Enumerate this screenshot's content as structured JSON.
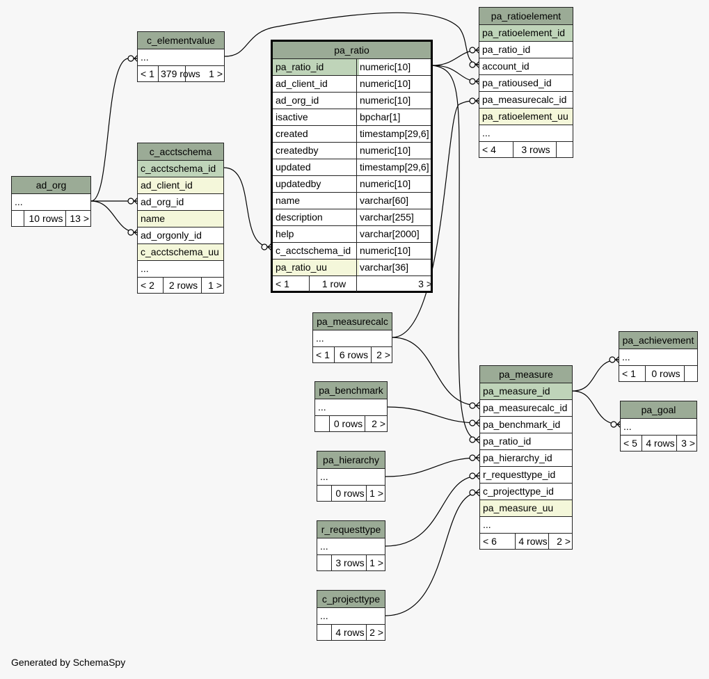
{
  "footer": "Generated by SchemaSpy",
  "tables": {
    "c_elementvalue": {
      "title": "c_elementvalue",
      "rows": [
        "..."
      ],
      "footer": [
        "< 1",
        "379 rows",
        "1 >"
      ]
    },
    "ad_org": {
      "title": "ad_org",
      "rows": [
        "..."
      ],
      "footer": [
        "",
        "10 rows",
        "13 >"
      ]
    },
    "c_acctschema": {
      "title": "c_acctschema",
      "rows": [
        "c_acctschema_id",
        "ad_client_id",
        "ad_org_id",
        "name",
        "ad_orgonly_id",
        "c_acctschema_uu",
        "..."
      ],
      "footer": [
        "< 2",
        "2 rows",
        "1 >"
      ]
    },
    "pa_ratio": {
      "title": "pa_ratio",
      "rows": [
        [
          "pa_ratio_id",
          "numeric[10]"
        ],
        [
          "ad_client_id",
          "numeric[10]"
        ],
        [
          "ad_org_id",
          "numeric[10]"
        ],
        [
          "isactive",
          "bpchar[1]"
        ],
        [
          "created",
          "timestamp[29,6]"
        ],
        [
          "createdby",
          "numeric[10]"
        ],
        [
          "updated",
          "timestamp[29,6]"
        ],
        [
          "updatedby",
          "numeric[10]"
        ],
        [
          "name",
          "varchar[60]"
        ],
        [
          "description",
          "varchar[255]"
        ],
        [
          "help",
          "varchar[2000]"
        ],
        [
          "c_acctschema_id",
          "numeric[10]"
        ],
        [
          "pa_ratio_uu",
          "varchar[36]"
        ]
      ],
      "footer": [
        "< 1",
        "1 row",
        "3 >"
      ]
    },
    "pa_ratioelement": {
      "title": "pa_ratioelement",
      "rows": [
        "pa_ratioelement_id",
        "pa_ratio_id",
        "account_id",
        "pa_ratioused_id",
        "pa_measurecalc_id",
        "pa_ratioelement_uu",
        "..."
      ],
      "footer": [
        "< 4",
        "3 rows",
        ""
      ]
    },
    "pa_measurecalc": {
      "title": "pa_measurecalc",
      "rows": [
        "..."
      ],
      "footer": [
        "< 1",
        "6 rows",
        "2 >"
      ]
    },
    "pa_benchmark": {
      "title": "pa_benchmark",
      "rows": [
        "..."
      ],
      "footer": [
        "",
        "0 rows",
        "2 >"
      ]
    },
    "pa_hierarchy": {
      "title": "pa_hierarchy",
      "rows": [
        "..."
      ],
      "footer": [
        "",
        "0 rows",
        "1 >"
      ]
    },
    "r_requesttype": {
      "title": "r_requesttype",
      "rows": [
        "..."
      ],
      "footer": [
        "",
        "3 rows",
        "1 >"
      ]
    },
    "c_projecttype": {
      "title": "c_projecttype",
      "rows": [
        "..."
      ],
      "footer": [
        "",
        "4 rows",
        "2 >"
      ]
    },
    "pa_measure": {
      "title": "pa_measure",
      "rows": [
        "pa_measure_id",
        "pa_measurecalc_id",
        "pa_benchmark_id",
        "pa_ratio_id",
        "pa_hierarchy_id",
        "r_requesttype_id",
        "c_projecttype_id",
        "pa_measure_uu",
        "..."
      ],
      "footer": [
        "< 6",
        "4 rows",
        "2 >"
      ]
    },
    "pa_achievement": {
      "title": "pa_achievement",
      "rows": [
        "..."
      ],
      "footer": [
        "< 1",
        "0 rows",
        ""
      ]
    },
    "pa_goal": {
      "title": "pa_goal",
      "rows": [
        "..."
      ],
      "footer": [
        "< 5",
        "4 rows",
        "3 >"
      ]
    }
  }
}
